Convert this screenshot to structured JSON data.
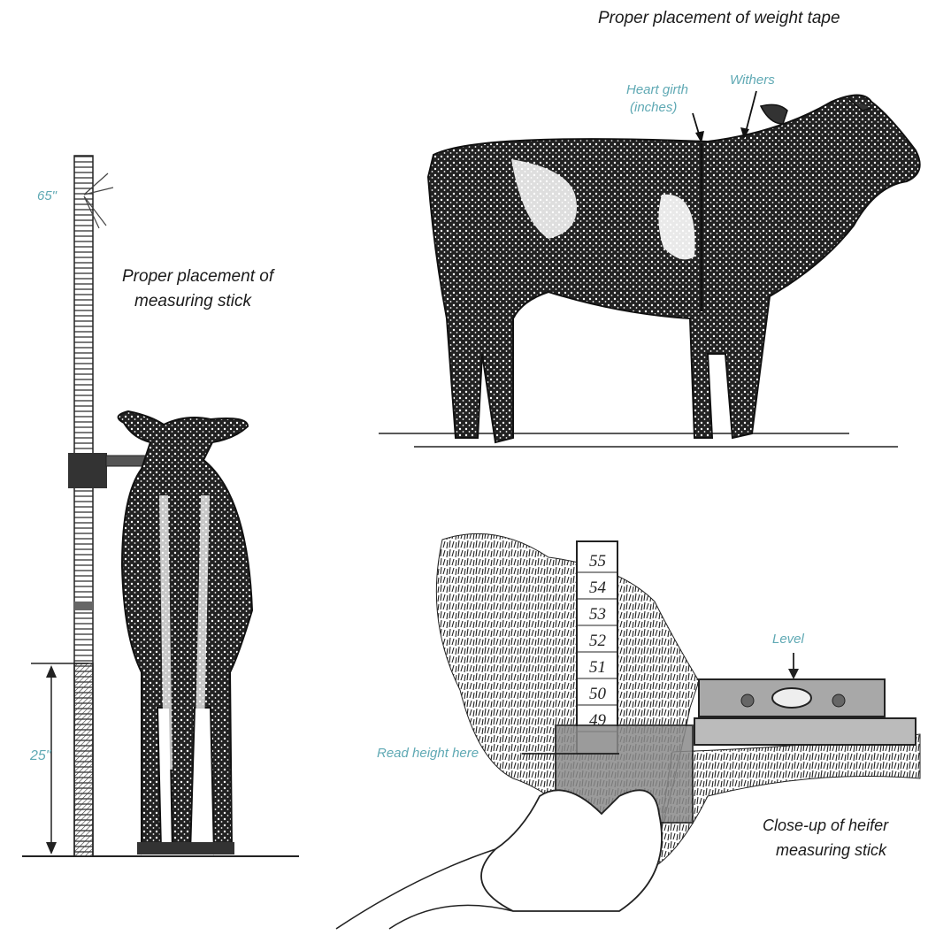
{
  "panels": {
    "stick_placement": {
      "caption_line1": "Proper placement of",
      "caption_line2": "measuring stick",
      "label_top": "65\"",
      "label_bottom": "25\""
    },
    "weight_tape": {
      "caption": "Proper placement of weight tape",
      "label_heart_girth_line1": "Heart girth",
      "label_heart_girth_line2": "(inches)",
      "label_withers": "Withers"
    },
    "closeup": {
      "caption_line1": "Close-up of heifer",
      "caption_line2": "measuring stick",
      "label_level": "Level",
      "label_read": "Read height here",
      "scale_numbers": [
        "55",
        "54",
        "53",
        "52",
        "51",
        "50",
        "49"
      ]
    }
  },
  "colors": {
    "ink": "#1a1a1a",
    "callout": "#5fa9b4",
    "background": "#ffffff"
  }
}
